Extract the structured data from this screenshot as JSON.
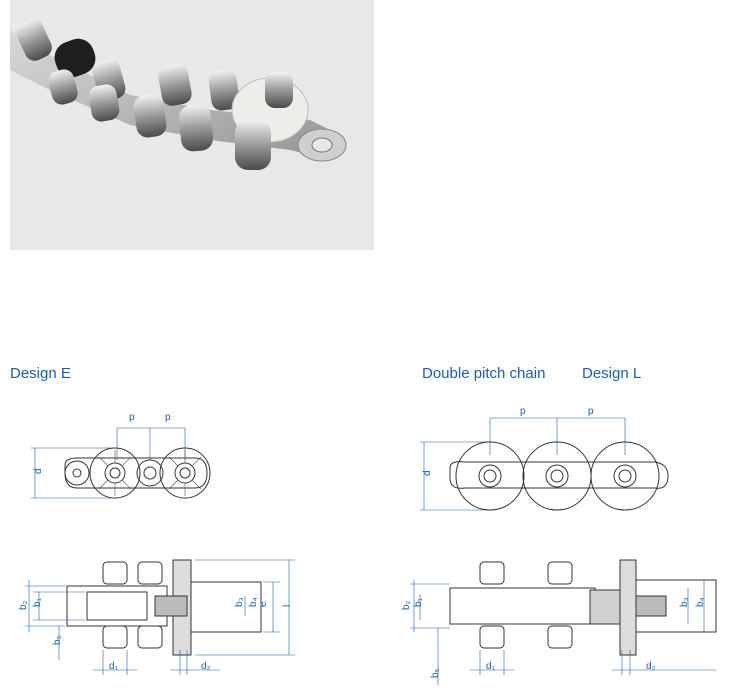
{
  "headings": {
    "design_e": "Design E",
    "double_pitch": "Double pitch chain",
    "design_l": "Design L"
  },
  "dims": {
    "p": "p",
    "d": "d",
    "b2": "b₂",
    "b1": "b₁",
    "b3": "b₃",
    "b4": "b₄",
    "b5": "b₅",
    "e": "e",
    "l": "l",
    "d1": "d₁",
    "d2": "d₂"
  },
  "colors": {
    "accent": "#1a5ea8",
    "photo_bg": "#e8e8e8"
  }
}
